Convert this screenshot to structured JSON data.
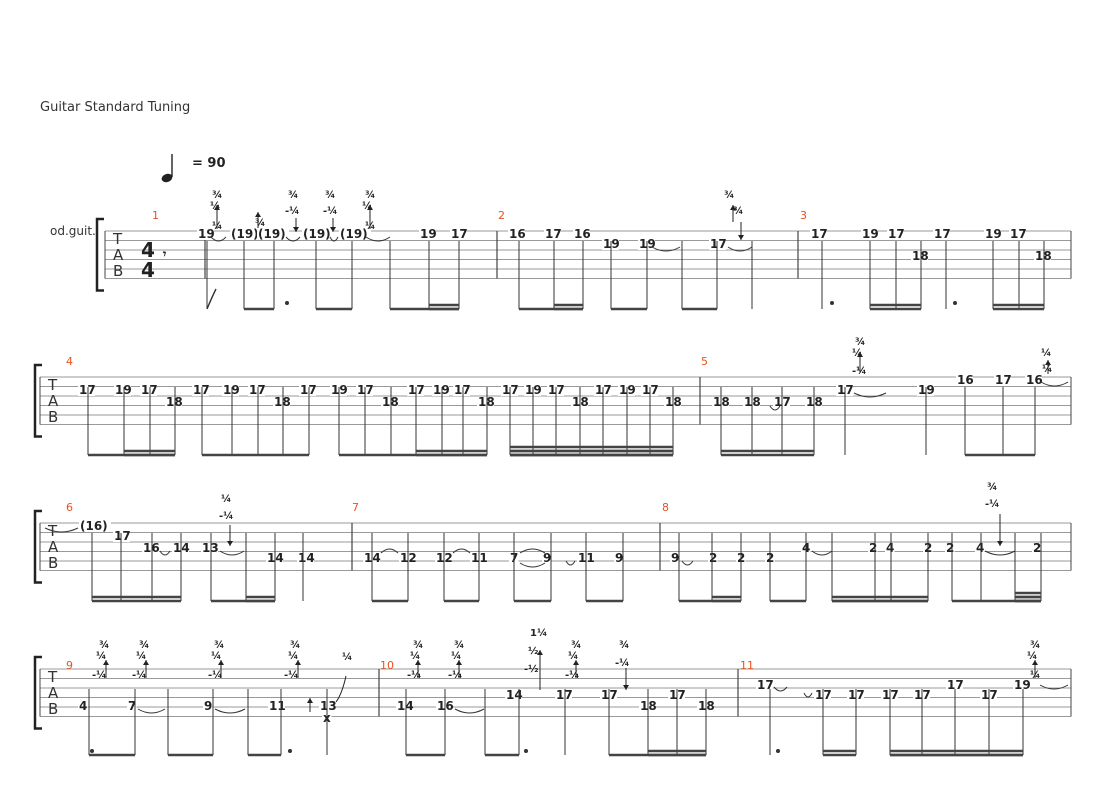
{
  "header": {
    "tuning": "Guitar Standard Tuning",
    "tempo": "= 90",
    "instrument": "od.guit."
  },
  "time_signature": {
    "top": "4",
    "bottom": "4"
  },
  "tab_letters": [
    "T",
    "A",
    "B"
  ],
  "measures": [
    {
      "number": "1",
      "notes": [
        "19",
        "(19)",
        "(19)",
        "(19)",
        "(19)",
        "19",
        "17"
      ]
    },
    {
      "number": "2",
      "notes": [
        "16",
        "17",
        "16",
        "19",
        "19",
        "17"
      ]
    },
    {
      "number": "3",
      "notes": [
        "17",
        "19",
        "17",
        "18",
        "17",
        "19",
        "17",
        "18"
      ]
    },
    {
      "number": "4",
      "notes": [
        "17",
        "19",
        "17",
        "18",
        "17",
        "19",
        "17",
        "18",
        "17",
        "19",
        "17",
        "18",
        "17",
        "19",
        "17",
        "18",
        "17",
        "19",
        "17",
        "18",
        "17",
        "19",
        "17",
        "18"
      ]
    },
    {
      "number": "5",
      "notes": [
        "18",
        "18",
        "17",
        "18",
        "17",
        "19",
        "16",
        "17",
        "16"
      ]
    },
    {
      "number": "6",
      "notes": [
        "(16)",
        "17",
        "16",
        "14",
        "13",
        "14",
        "14"
      ]
    },
    {
      "number": "7",
      "notes": [
        "14",
        "12",
        "12",
        "11",
        "7",
        "9",
        "11",
        "9"
      ]
    },
    {
      "number": "8",
      "notes": [
        "9",
        "2",
        "2",
        "2",
        "4",
        "2",
        "4",
        "2",
        "2",
        "4",
        "2"
      ]
    },
    {
      "number": "9",
      "notes": [
        "4",
        "7",
        "9",
        "11",
        "13",
        "x"
      ]
    },
    {
      "number": "10",
      "notes": [
        "14",
        "16",
        "14",
        "17",
        "17",
        "18",
        "17",
        "18"
      ]
    },
    {
      "number": "11",
      "notes": [
        "17",
        "17",
        "17",
        "17",
        "17",
        "17",
        "17",
        "19"
      ]
    }
  ],
  "bend_labels": [
    "¾",
    "¼",
    "-¼",
    "¼",
    "½",
    "-½",
    "1¼"
  ]
}
